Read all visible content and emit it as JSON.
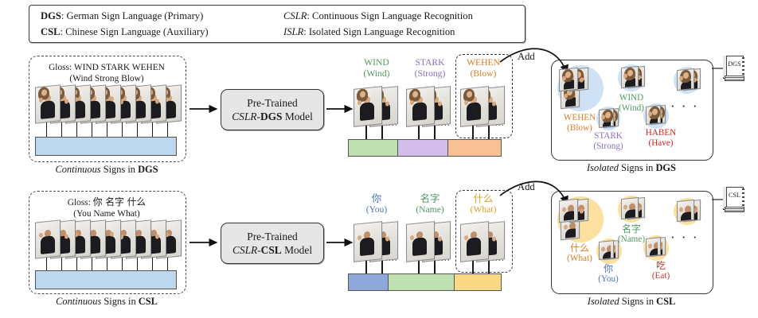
{
  "legend": {
    "rows": [
      {
        "key": "DGS",
        "key_style": "bold",
        "text": ": German Sign Language (Primary)"
      },
      {
        "key": "CSL",
        "key_style": "bold",
        "text": ": Chinese Sign Language (Auxiliary)"
      }
    ],
    "rows2": [
      {
        "key": "CSLR",
        "key_style": "italic",
        "text": ": Continuous Sign Language Recognition"
      },
      {
        "key": "ISLR",
        "key_style": "italic",
        "text": ": Isolated Sign Language Recognition"
      }
    ]
  },
  "colors": {
    "green": "#4f9a5e",
    "purple": "#8a6fc0",
    "orange": "#e07b26",
    "red": "#e02020",
    "blue": "#4a74b8",
    "seg_green": "#bfe0b0",
    "seg_purple": "#d3bdea",
    "seg_orange": "#f7c193",
    "seg_blue": "#8fa8da",
    "seg_yellow": "#fbd884",
    "blob_blue": "#cfe2f5",
    "blob_yellow": "#fbe0a0",
    "timeline_blue": "#bcd7ee",
    "model_gray": "#e6e6e6"
  },
  "rows": [
    {
      "id": "dgs",
      "input_panel": {
        "gloss_prefix": "Gloss:",
        "gloss_terms": "WIND   STARK   WEHEN",
        "gloss_translations": "(Wind    Strong     Blow)",
        "caption_italic": "Continuous",
        "caption_rest": " Signs in ",
        "caption_bold": "DGS",
        "frame_count": 9
      },
      "model": {
        "line1": "Pre-Trained",
        "line2_italic": "CSLR",
        "line2_dash": "-",
        "line2_bold": "DGS",
        "line2_rest": " Model"
      },
      "segments": [
        {
          "gloss": "WIND",
          "translation": "(Wind)",
          "color": "#4f9a5e",
          "fill": "#bfe0b0",
          "selected": false
        },
        {
          "gloss": "STARK",
          "translation": "(Strong)",
          "color": "#8a6fc0",
          "fill": "#d3bdea",
          "selected": false
        },
        {
          "gloss": "WEHEN",
          "translation": "(Blow)",
          "color": "#e07b26",
          "fill": "#f7c193",
          "selected": true
        }
      ],
      "add_label": "Add",
      "isolated_panel": {
        "caption_italic": "Isolated",
        "caption_rest": " Signs in ",
        "caption_bold": "DGS",
        "blob_color": "#cfe2f5",
        "ellipsis": "· · ·",
        "items": [
          {
            "gloss": "WEHEN",
            "translation": "(Blow)",
            "color": "#e07b26"
          },
          {
            "gloss": "WIND",
            "translation": "(Wind)",
            "color": "#4f9a5e"
          },
          {
            "gloss": "STARK",
            "translation": "(Strong)",
            "color": "#8a6fc0"
          },
          {
            "gloss": "HABEN",
            "translation": "(Have)",
            "color": "#e02020"
          }
        ]
      },
      "book_label": "DGS"
    },
    {
      "id": "csl",
      "input_panel": {
        "gloss_prefix": "Gloss:",
        "gloss_terms": "你   名字   什么",
        "gloss_translations": "(You  Name   What)",
        "caption_italic": "Continuous",
        "caption_rest": " Signs in ",
        "caption_bold": "CSL",
        "frame_count": 9
      },
      "model": {
        "line1": "Pre-Trained",
        "line2_italic": "CSLR",
        "line2_dash": "-",
        "line2_bold": "CSL",
        "line2_rest": " Model"
      },
      "segments": [
        {
          "gloss": "你",
          "translation": "(You)",
          "color": "#4a74b8",
          "fill": "#8fa8da",
          "selected": false
        },
        {
          "gloss": "名字",
          "translation": "(Name)",
          "color": "#4f9a5e",
          "fill": "#bfe0b0",
          "selected": false
        },
        {
          "gloss": "什么",
          "translation": "(What)",
          "color": "#e0a02a",
          "fill": "#fbd884",
          "selected": true
        }
      ],
      "add_label": "Add",
      "isolated_panel": {
        "caption_italic": "Isolated",
        "caption_rest": " Signs in ",
        "caption_bold": "CSL",
        "blob_color": "#fbe0a0",
        "ellipsis": "· · ·",
        "items": [
          {
            "gloss": "什么",
            "translation": "(What)",
            "color": "#e07b26"
          },
          {
            "gloss": "名字",
            "translation": "(Name)",
            "color": "#4f9a5e"
          },
          {
            "gloss": "你",
            "translation": "(You)",
            "color": "#4a74b8"
          },
          {
            "gloss": "吃",
            "translation": "(Eat)",
            "color": "#c0392b"
          }
        ]
      },
      "book_label": "CSL"
    }
  ]
}
